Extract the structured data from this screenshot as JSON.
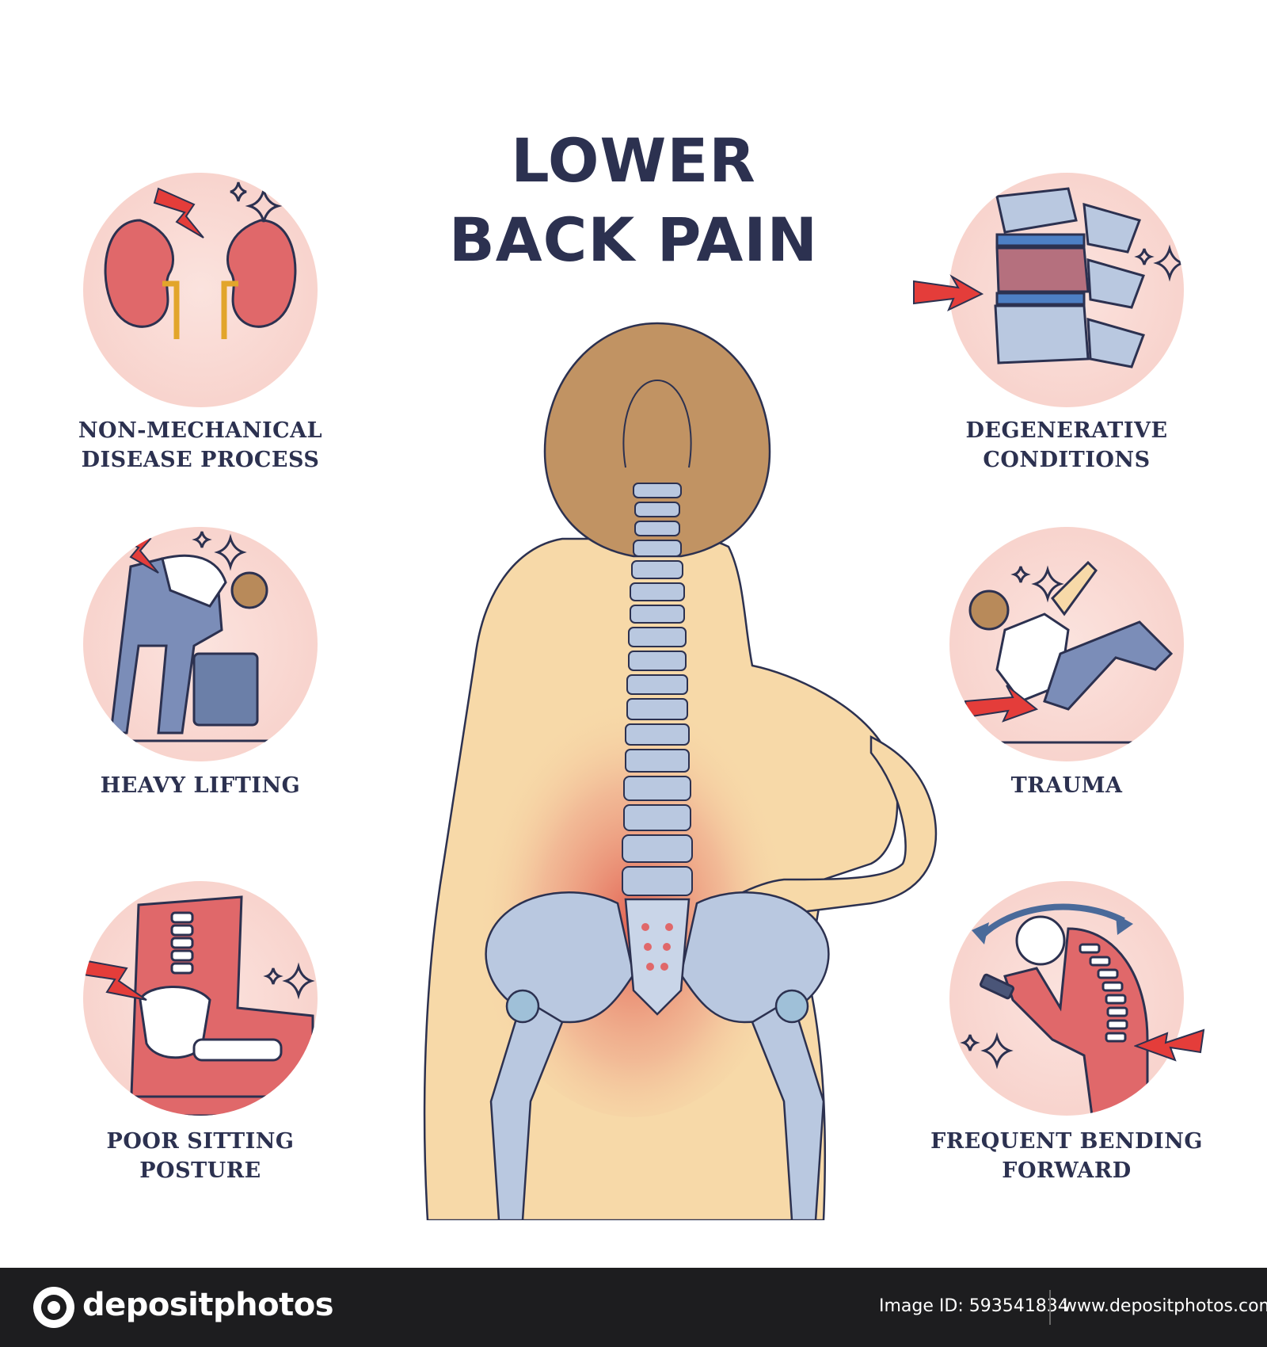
{
  "title": {
    "line1": "LOWER",
    "line2": "BACK PAIN"
  },
  "causes": [
    {
      "id": "non-mechanical",
      "line1": "NON-MECHANICAL",
      "line2": "DISEASE PROCESS"
    },
    {
      "id": "heavy-lifting",
      "line1": "HEAVY LIFTING",
      "line2": ""
    },
    {
      "id": "poor-sitting",
      "line1": "POOR SITTING",
      "line2": "POSTURE"
    },
    {
      "id": "degenerative",
      "line1": "DEGENERATIVE",
      "line2": "CONDITIONS"
    },
    {
      "id": "trauma",
      "line1": "TRAUMA",
      "line2": ""
    },
    {
      "id": "bending",
      "line1": "FREQUENT BENDING",
      "line2": "FORWARD"
    }
  ],
  "footer": {
    "brand": "depositphotos",
    "image_id_label": "Image ID: 593541834",
    "site": "www.depositphotos.com"
  },
  "colors": {
    "title": "#2c3150",
    "circle_bg": "#f7cdc6",
    "pain_red": "#e43d3a",
    "bone_blue": "#b9c8e0",
    "skin": "#f7d9a8",
    "hair": "#b88a5a",
    "footer_bg": "#1d1d1f"
  },
  "icons": [
    "lightning-icon",
    "sparkle-icon",
    "camera-logo-icon"
  ]
}
